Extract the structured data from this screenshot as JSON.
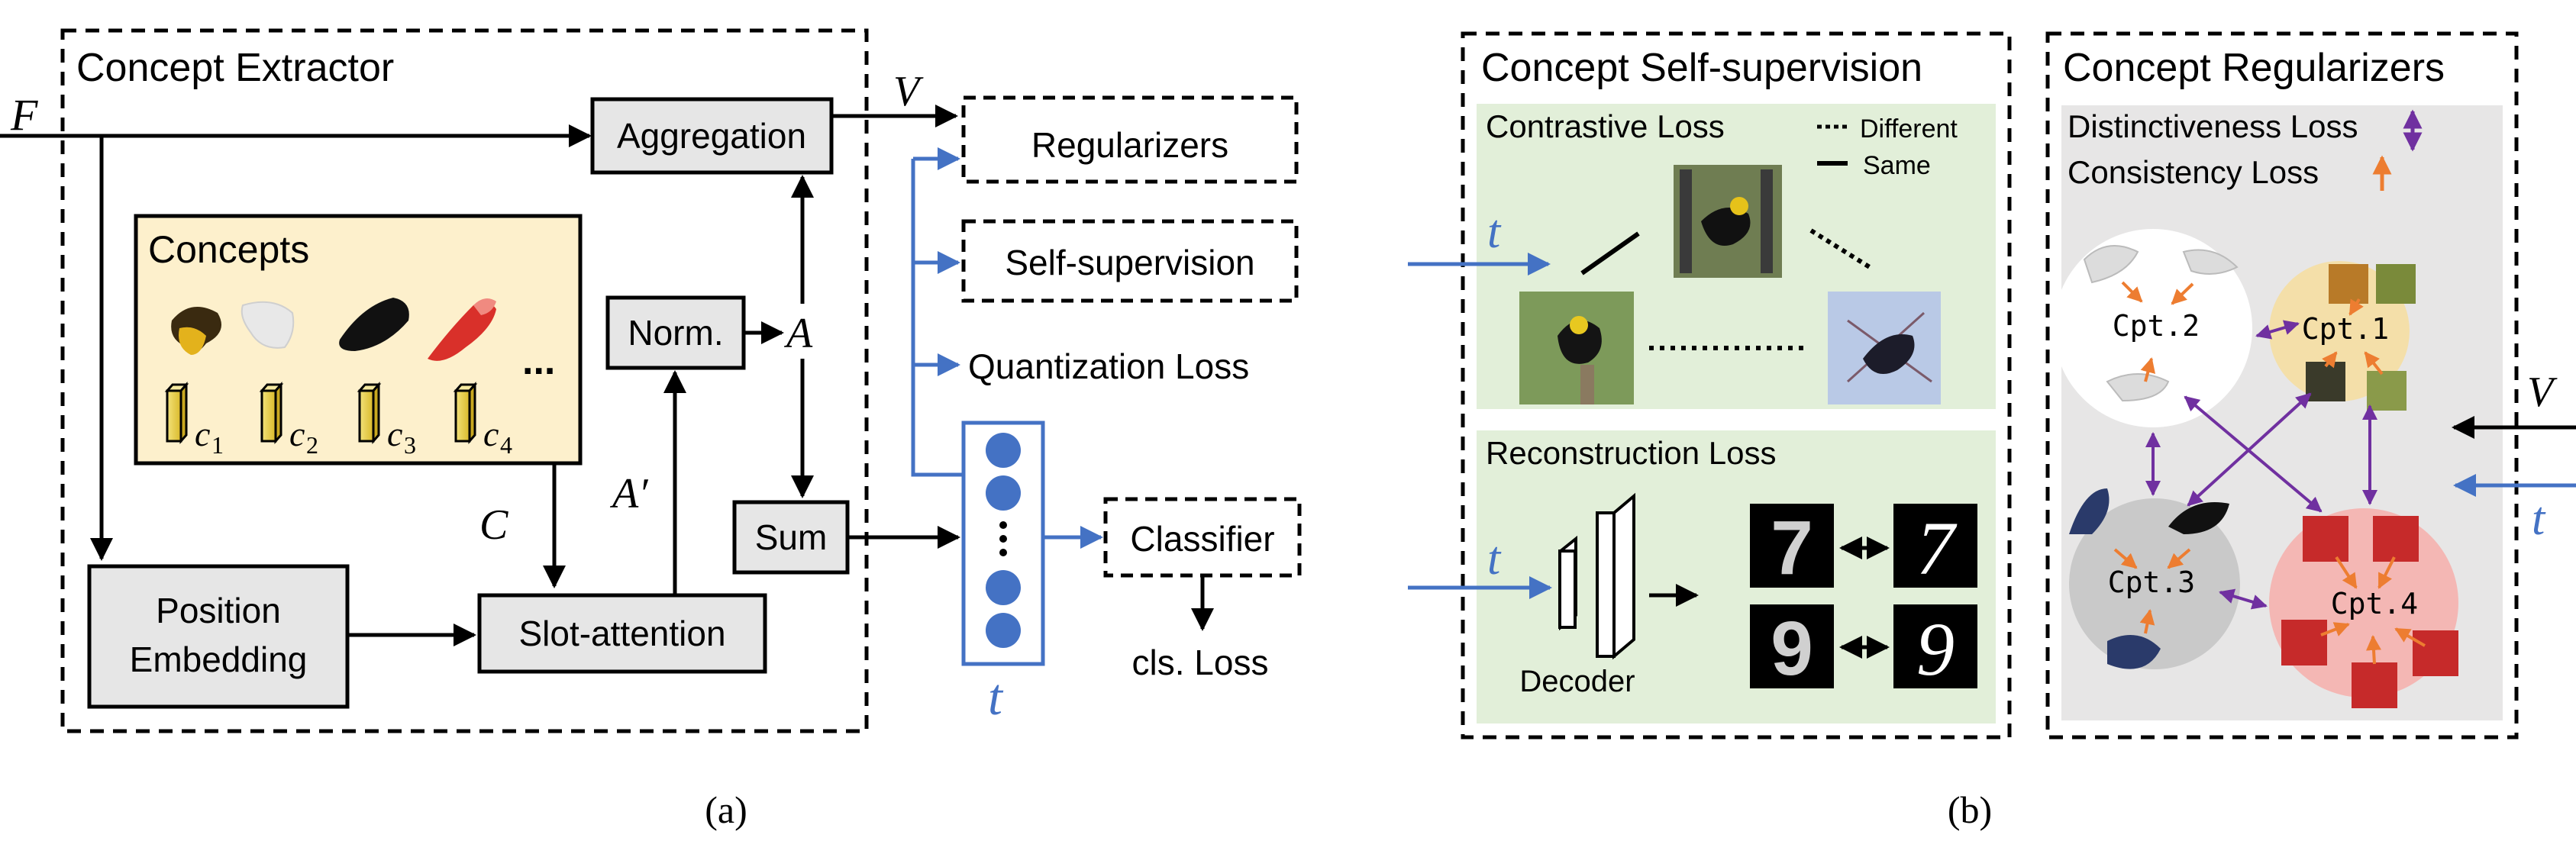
{
  "panel_a": {
    "title": "Concept Extractor",
    "caption": "(a)",
    "input_label": "F",
    "v_label": "V",
    "a_label": "A",
    "a_prime_label": "A′",
    "c_label": "C",
    "t_label": "t",
    "aggregation": "Aggregation",
    "norm": "Norm.",
    "sum": "Sum",
    "slot_attention": "Slot-attention",
    "position_embedding_line1": "Position",
    "position_embedding_line2": "Embedding",
    "concepts": {
      "title": "Concepts",
      "ellipsis": "...",
      "vector_labels": [
        "c",
        "c",
        "c",
        "c"
      ],
      "vector_subscripts": [
        "1",
        "2",
        "3",
        "4"
      ]
    },
    "regularizers": "Regularizers",
    "self_supervision": "Self-supervision",
    "quantization_loss": "Quantization Loss",
    "classifier": "Classifier",
    "cls_loss": "cls. Loss"
  },
  "panel_b": {
    "caption": "(b)",
    "self_supervision": {
      "title": "Concept Self-supervision",
      "contrastive_title": "Contrastive Loss",
      "legend_different": "Different",
      "legend_same": "Same",
      "reconstruction_title": "Reconstruction Loss",
      "decoder": "Decoder",
      "t_label": "t",
      "digits_reconstructed": [
        "7",
        "9"
      ],
      "digits_original": [
        "7",
        "9"
      ]
    },
    "regularizers": {
      "title": "Concept Regularizers",
      "distinctiveness": "Distinctiveness Loss",
      "consistency": "Consistency Loss",
      "v_label": "V",
      "t_label": "t",
      "cpt1": "Cpt.1",
      "cpt2": "Cpt.2",
      "cpt3": "Cpt.3",
      "cpt4": "Cpt.4"
    }
  },
  "colors": {
    "blue": "#4472c4",
    "orange": "#ed7d31",
    "purple": "#7030a0",
    "green_panel": "#e2efd9",
    "gray_panel": "#e7e6e6",
    "concepts_bg": "#fdf0cc",
    "box_gray": "#e6e6e6"
  }
}
